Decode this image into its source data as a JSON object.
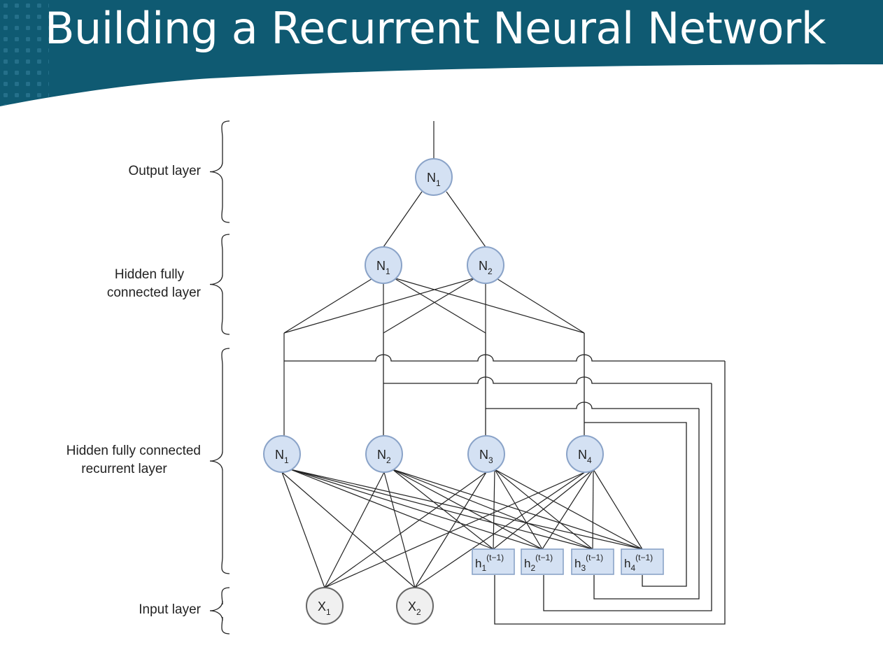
{
  "slide": {
    "title": "Building a Recurrent Neural Network"
  },
  "layers": {
    "output": "Output layer",
    "hidden_fc_line1": "Hidden fully",
    "hidden_fc_line2": "connected layer",
    "hidden_rec_line1": "Hidden fully connected",
    "hidden_rec_line2": "recurrent layer",
    "input": "Input layer"
  },
  "nodes": {
    "output": [
      {
        "base": "N",
        "sub": "1"
      }
    ],
    "hidden_fc": [
      {
        "base": "N",
        "sub": "1"
      },
      {
        "base": "N",
        "sub": "2"
      }
    ],
    "recurrent": [
      {
        "base": "N",
        "sub": "1"
      },
      {
        "base": "N",
        "sub": "2"
      },
      {
        "base": "N",
        "sub": "3"
      },
      {
        "base": "N",
        "sub": "4"
      }
    ],
    "input": [
      {
        "base": "X",
        "sub": "1"
      },
      {
        "base": "X",
        "sub": "2"
      }
    ],
    "context": [
      {
        "base": "h",
        "sub": "1",
        "sup": "(t−1)"
      },
      {
        "base": "h",
        "sub": "2",
        "sup": "(t−1)"
      },
      {
        "base": "h",
        "sub": "3",
        "sup": "(t−1)"
      },
      {
        "base": "h",
        "sub": "4",
        "sup": "(t−1)"
      }
    ]
  },
  "colors": {
    "header": "#0f5a72",
    "header_dots": "#2a7590",
    "node_fill": "#d4e1f3",
    "node_stroke": "#8aa3c8",
    "input_fill": "#f0f0f0",
    "input_stroke": "#666666",
    "line": "#222222"
  }
}
